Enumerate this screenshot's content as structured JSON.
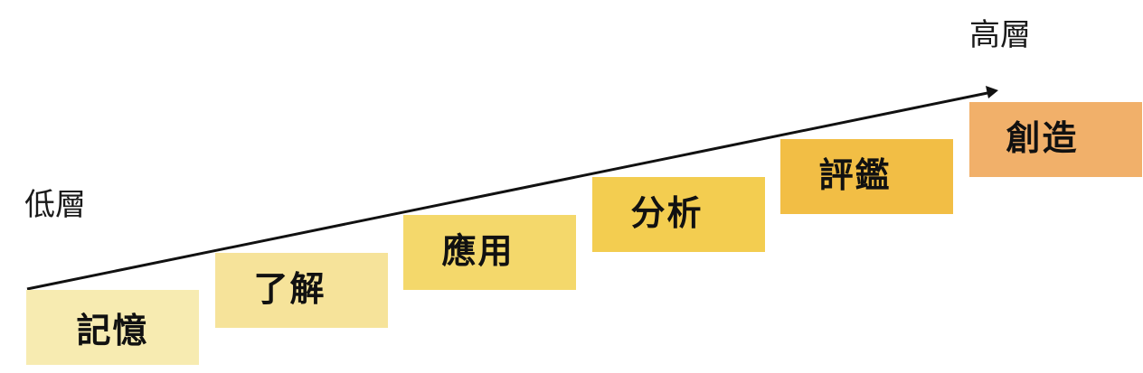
{
  "labels": {
    "high": "高層",
    "low": "低層"
  },
  "steps": [
    {
      "label": "記憶",
      "color": "#f7ebb1"
    },
    {
      "label": "了解",
      "color": "#f6e39a"
    },
    {
      "label": "應用",
      "color": "#f4d86b"
    },
    {
      "label": "分析",
      "color": "#f3cd50"
    },
    {
      "label": "評鑑",
      "color": "#f2be45"
    },
    {
      "label": "創造",
      "color": "#f1b06a"
    }
  ],
  "arrow": {
    "color": "#111111"
  }
}
